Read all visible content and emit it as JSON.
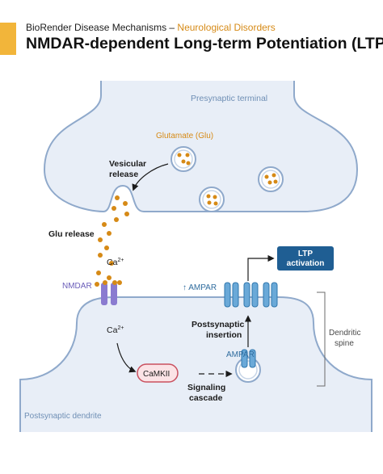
{
  "header": {
    "subtitle_prefix": "BioRender Disease Mechanisms – ",
    "subtitle_highlight": "Neurological Disorders",
    "title": "NMDAR-dependent Long-term Potentiation (LTP)"
  },
  "labels": {
    "presynaptic_terminal": "Presynaptic terminal",
    "glutamate": "Glutamate (Glu)",
    "vesicular_release_1": "Vesicular",
    "vesicular_release_2": "release",
    "glu_release": "Glu release",
    "ca_top": "Ca",
    "ca_top_sup": "2+",
    "nmdar": "NMDAR",
    "ca_bottom": "Ca",
    "ca_bottom_sup": "2+",
    "camkii": "CaMKII",
    "signaling_cascade_1": "Signaling",
    "signaling_cascade_2": "cascade",
    "ampar_top": "↑ AMPAR",
    "ampar_lower": "AMPAR",
    "postsynaptic_insertion_1": "Postsynaptic",
    "postsynaptic_insertion_2": "insertion",
    "ltp_activation_1": "LTP",
    "ltp_activation_2": "activation",
    "dendritic_spine_1": "Dendritic",
    "dendritic_spine_2": "spine",
    "postsynaptic_dendrite": "Postsynaptic dendrite"
  },
  "colors": {
    "accent": "#f2b53a",
    "membrane_fill": "#e8eef7",
    "membrane_stroke": "#8fa9cb",
    "glutamate": "#d68a16",
    "nmdar": "#8a7bd0",
    "ampar": "#6aa9d8",
    "camkii_fill": "#fbe3e6",
    "camkii_stroke": "#c9505f",
    "ltp_box": "#1f5e93"
  }
}
